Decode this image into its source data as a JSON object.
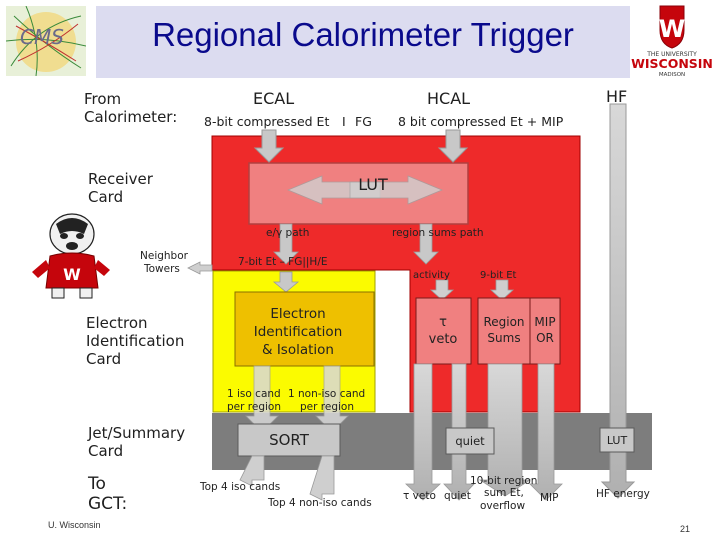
{
  "title": "Regional Calorimeter Trigger",
  "logos": {
    "left": "CMS",
    "right_top": "THE UNIVERSITY",
    "right_word": "WISCONSIN",
    "right_sub": "MADISON",
    "mascot": "badger-icon"
  },
  "left_labels": {
    "from_line1": "From",
    "from_line2": "Calorimeter:",
    "receiver_line1": "Receiver",
    "receiver_line2": "Card",
    "neighbor_line1": "Neighbor",
    "neighbor_line2": "Towers",
    "electron_card_line1": "Electron",
    "electron_card_line2": "Identification",
    "electron_card_line3": "Card",
    "jet_line1": "Jet/Summary",
    "jet_line2": "Card",
    "to_line1": "To",
    "to_line2": "GCT:"
  },
  "inputs": {
    "ecal": "ECAL",
    "hcal": "HCAL",
    "hf": "HF",
    "ecal_detail": "8-bit compressed Et",
    "fg": "FG",
    "hcal_detail": "8 bit compressed Et + MIP"
  },
  "blocks": {
    "lut": "LUT",
    "eg_path": "e/γ path",
    "region_sums_path": "region sums path",
    "seven_bit": "7-bit Et – FG||H/E",
    "activity": "activity",
    "nine_bit": "9-bit Et",
    "electron_line1": "Electron",
    "electron_line2": "Identification",
    "electron_line3": "& Isolation",
    "tau_line1": "τ",
    "tau_line2": "veto",
    "region_line1": "Region",
    "region_line2": "Sums",
    "mip_line1": "MIP",
    "mip_line2": "OR",
    "iso_line1": "1 iso cand",
    "iso_line2": "per region",
    "noniso_line1": "1 non-iso cand",
    "noniso_line2": "per region",
    "sort": "SORT",
    "quiet": "quiet",
    "lut_hf": "LUT"
  },
  "outputs": {
    "top4_iso": "Top 4 iso cands",
    "top4_noniso": "Top 4 non-iso cands",
    "tau_veto": "τ veto",
    "quiet": "quiet",
    "region_line1": "10-bit region",
    "region_line2": "sum Et,",
    "region_line3": "overflow",
    "mip": "MIP",
    "hf_energy": "HF energy"
  },
  "footer": {
    "left": "U. Wisconsin",
    "page": "21"
  },
  "colors": {
    "red": "#ee2a2a",
    "yellow": "#fbfb00",
    "gray_band": "#7d7d7d",
    "title_band": "#dcdcf0"
  }
}
